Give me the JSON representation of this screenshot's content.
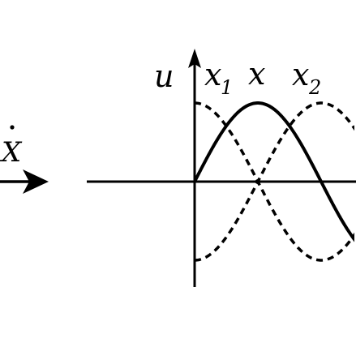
{
  "labels": {
    "u_axis": "u",
    "x1": "x",
    "x1_sub": "1",
    "x": "x",
    "x2": "x",
    "x2_sub": "2",
    "velocity_symbol": "X"
  },
  "style": {
    "stroke_color": "#000000",
    "background": "#ffffff"
  },
  "curves": [
    {
      "name": "x-solid-curve",
      "line": "solid",
      "shape": "sine",
      "starts_at": "zero"
    },
    {
      "name": "x1-dashed-curve",
      "line": "dashed",
      "shape": "sine",
      "starts_at": "crest"
    },
    {
      "name": "x2-dashed-curve",
      "line": "dashed",
      "shape": "sine",
      "starts_at": "trough"
    }
  ]
}
